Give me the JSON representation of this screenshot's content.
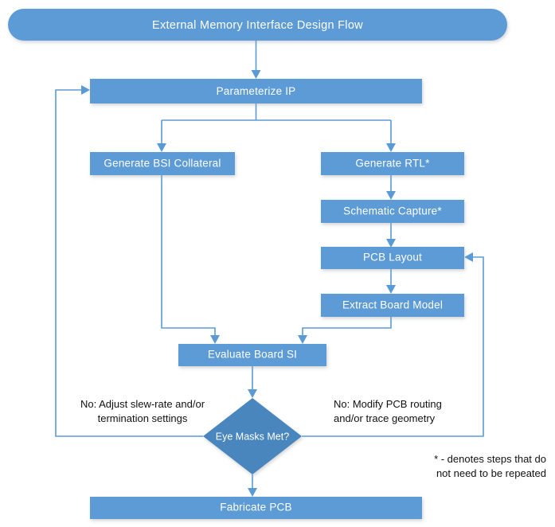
{
  "diagram": {
    "title": "External Memory Interface Design Flow",
    "colors": {
      "box_fill": "#5b9bd5",
      "diamond_fill": "#4a86bd",
      "connector": "#5b9bd5",
      "node_text": "#ffffff",
      "note_text": "#111111",
      "background": "#ffffff"
    },
    "nodes": [
      {
        "id": "title",
        "label": "External Memory Interface Design Flow",
        "shape": "rounded-pill"
      },
      {
        "id": "parameterize",
        "label": "Parameterize IP",
        "shape": "rect"
      },
      {
        "id": "bsi",
        "label": "Generate BSI Collateral",
        "shape": "rect"
      },
      {
        "id": "rtl",
        "label": "Generate RTL*",
        "shape": "rect"
      },
      {
        "id": "schematic",
        "label": "Schematic Capture*",
        "shape": "rect"
      },
      {
        "id": "pcb_layout",
        "label": "PCB Layout",
        "shape": "rect"
      },
      {
        "id": "extract",
        "label": "Extract Board Model",
        "shape": "rect"
      },
      {
        "id": "evaluate",
        "label": "Evaluate Board SI",
        "shape": "rect"
      },
      {
        "id": "decision",
        "label": "Eye Masks Met?",
        "shape": "diamond"
      },
      {
        "id": "fabricate",
        "label": "Fabricate PCB",
        "shape": "rect"
      }
    ],
    "annotations": {
      "left_branch_line1": "No: Adjust slew-rate and/or",
      "left_branch_line2": "termination settings",
      "right_branch_line1": "No: Modify PCB routing",
      "right_branch_line2": "and/or trace geometry",
      "footnote_line1": "* - denotes steps that do",
      "footnote_line2": "not need to be repeated"
    },
    "edges": [
      {
        "from": "title",
        "to": "parameterize"
      },
      {
        "from": "parameterize",
        "to": "bsi"
      },
      {
        "from": "parameterize",
        "to": "rtl"
      },
      {
        "from": "rtl",
        "to": "schematic"
      },
      {
        "from": "schematic",
        "to": "pcb_layout"
      },
      {
        "from": "pcb_layout",
        "to": "extract"
      },
      {
        "from": "bsi",
        "to": "evaluate"
      },
      {
        "from": "extract",
        "to": "evaluate"
      },
      {
        "from": "evaluate",
        "to": "decision"
      },
      {
        "from": "decision",
        "to": "fabricate"
      },
      {
        "from": "decision",
        "to": "parameterize"
      },
      {
        "from": "decision",
        "to": "pcb_layout"
      }
    ]
  }
}
